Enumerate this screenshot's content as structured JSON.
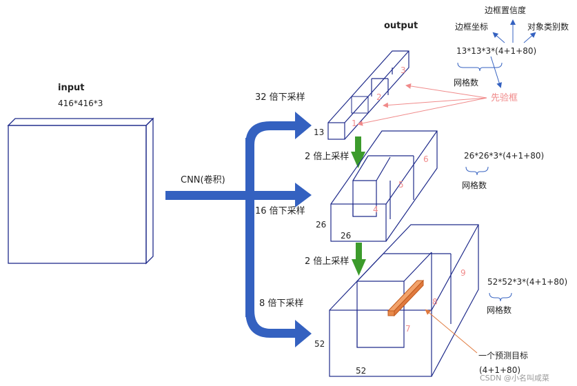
{
  "input": {
    "title": "input",
    "size": "416*416*3"
  },
  "cnn_label": "CNN(卷积)",
  "output_title": "output",
  "downsample": {
    "x32": "32 倍下采样",
    "x16": "16 倍下采样",
    "x8": "8 倍下采样"
  },
  "upsample": {
    "first": "2 倍上采样",
    "second": "2 倍上采样"
  },
  "scales": {
    "s13": {
      "dim": "13",
      "formula": "13*13*3*(4+1+80)",
      "grid_label": "网格数",
      "boxes": [
        "1",
        "2",
        "3"
      ]
    },
    "s26": {
      "dim_side": "26",
      "dim_bottom": "26",
      "formula": "26*26*3*(4+1+80)",
      "grid_label": "网格数",
      "boxes": [
        "4",
        "5",
        "6"
      ]
    },
    "s52": {
      "dim_side": "52",
      "dim_bottom": "52",
      "formula": "52*52*3*(4+1+80)",
      "grid_label": "网格数",
      "boxes": [
        "7",
        "8",
        "9"
      ]
    }
  },
  "annotations": {
    "box_confidence": "边框置信度",
    "box_coords": "边框坐标",
    "num_classes": "对象类别数",
    "anchor": "先验框",
    "prediction_target": "一个预测目标",
    "prediction_dims": "(4+1+80)"
  },
  "watermark": "CSDN @小名叫咸菜",
  "colors": {
    "outline": "#1e2a8a",
    "arrow_blue": "#3461c0",
    "arrow_green": "#3c9b2c",
    "anchor_pink": "#f08a8a",
    "pred_orange": "#f2a26a",
    "label_blue": "#3461c0"
  }
}
